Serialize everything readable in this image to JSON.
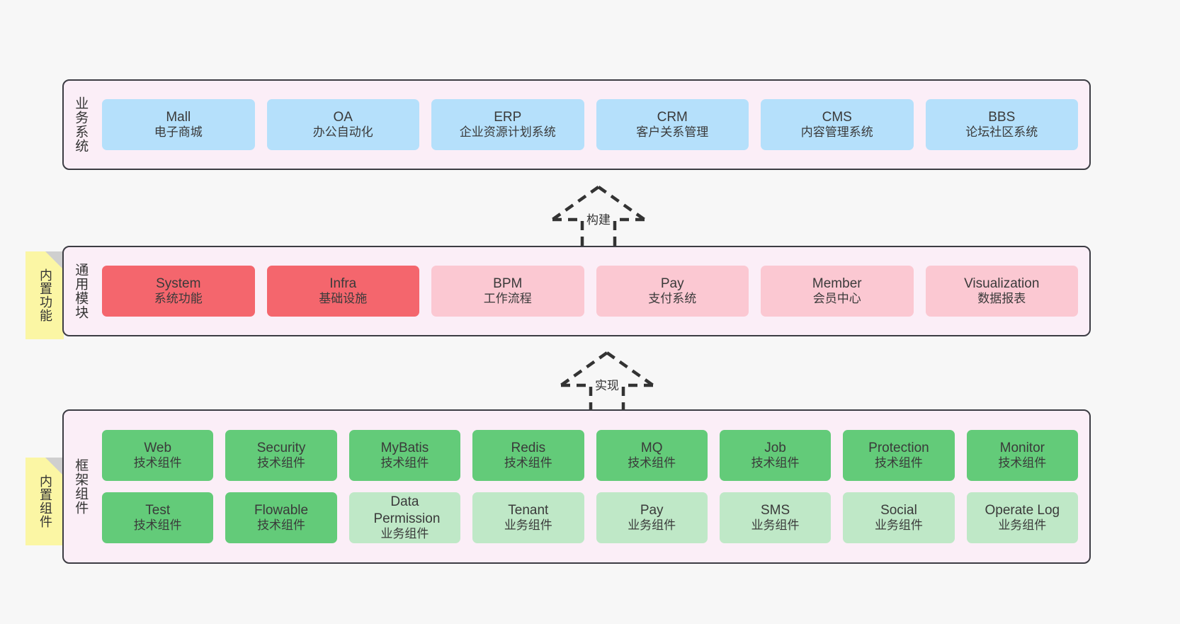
{
  "layers": [
    {
      "id": "business-systems",
      "title": "业务系统",
      "rows": [
        {
          "cells": [
            {
              "t1": "Mall",
              "t2": "电子商城",
              "color": "#b5e0fb"
            },
            {
              "t1": "OA",
              "t2": "办公自动化",
              "color": "#b5e0fb"
            },
            {
              "t1": "ERP",
              "t2": "企业资源计划系统",
              "color": "#b5e0fb"
            },
            {
              "t1": "CRM",
              "t2": "客户关系管理",
              "color": "#b5e0fb"
            },
            {
              "t1": "CMS",
              "t2": "内容管理系统",
              "color": "#b5e0fb"
            },
            {
              "t1": "BBS",
              "t2": "论坛社区系统",
              "color": "#b5e0fb"
            }
          ]
        }
      ]
    },
    {
      "id": "common-modules",
      "title": "通用模块",
      "note": "内置功能",
      "rows": [
        {
          "cells": [
            {
              "t1": "System",
              "t2": "系统功能",
              "color": "#f4666d"
            },
            {
              "t1": "Infra",
              "t2": "基础设施",
              "color": "#f4666d"
            },
            {
              "t1": "BPM",
              "t2": "工作流程",
              "color": "#fbc8d2"
            },
            {
              "t1": "Pay",
              "t2": "支付系统",
              "color": "#fbc8d2"
            },
            {
              "t1": "Member",
              "t2": "会员中心",
              "color": "#fbc8d2"
            },
            {
              "t1": "Visualization",
              "t2": "数据报表",
              "color": "#fbc8d2"
            }
          ]
        }
      ]
    },
    {
      "id": "framework-components",
      "title": "框架组件",
      "note": "内置组件",
      "rows": [
        {
          "cells": [
            {
              "t1": "Web",
              "t2": "技术组件",
              "color": "#63cb79"
            },
            {
              "t1": "Security",
              "t2": "技术组件",
              "color": "#63cb79"
            },
            {
              "t1": "MyBatis",
              "t2": "技术组件",
              "color": "#63cb79"
            },
            {
              "t1": "Redis",
              "t2": "技术组件",
              "color": "#63cb79"
            },
            {
              "t1": "MQ",
              "t2": "技术组件",
              "color": "#63cb79"
            },
            {
              "t1": "Job",
              "t2": "技术组件",
              "color": "#63cb79"
            },
            {
              "t1": "Protection",
              "t2": "技术组件",
              "color": "#63cb79"
            },
            {
              "t1": "Monitor",
              "t2": "技术组件",
              "color": "#63cb79"
            }
          ]
        },
        {
          "cells": [
            {
              "t1": "Test",
              "t2": "技术组件",
              "color": "#63cb79"
            },
            {
              "t1": "Flowable",
              "t2": "技术组件",
              "color": "#63cb79"
            },
            {
              "t1": "Data Permission",
              "t2": "业务组件",
              "color": "#bfe8c7"
            },
            {
              "t1": "Tenant",
              "t2": "业务组件",
              "color": "#bfe8c7"
            },
            {
              "t1": "Pay",
              "t2": "业务组件",
              "color": "#bfe8c7"
            },
            {
              "t1": "SMS",
              "t2": "业务组件",
              "color": "#bfe8c7"
            },
            {
              "t1": "Social",
              "t2": "业务组件",
              "color": "#bfe8c7"
            },
            {
              "t1": "Operate Log",
              "t2": "业务组件",
              "color": "#bfe8c7"
            }
          ]
        }
      ]
    }
  ],
  "connectors": [
    {
      "id": "build",
      "label": "构建"
    },
    {
      "id": "implement",
      "label": "实现"
    }
  ],
  "colors": {
    "canvas_background": "#f7f7f7",
    "layer_background": "#fbeef7",
    "layer_border": "#3c3c43",
    "note_background": "#fbf6a4",
    "note_fold": "#cfcfcf",
    "business_cell": "#b5e0fb",
    "core_module_cell": "#f4666d",
    "module_cell": "#fbc8d2",
    "tech_component_cell": "#63cb79",
    "biz_component_cell": "#bfe8c7",
    "text": "#3a3a3a"
  }
}
